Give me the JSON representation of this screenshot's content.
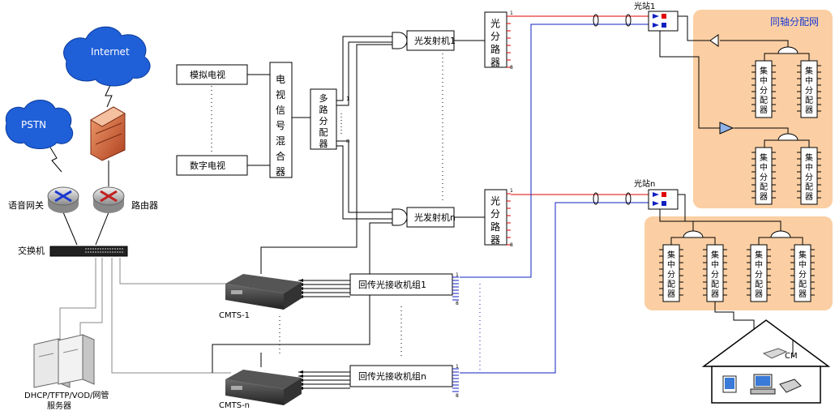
{
  "clouds": {
    "internet": "Internet",
    "pstn": "PSTN"
  },
  "devices": {
    "voice_gateway": "语音网关",
    "router": "路由器",
    "switch": "交换机",
    "servers_line1": "DHCP/TFTP/VOD/网管",
    "servers_line2": "服务器"
  },
  "tv": {
    "analog": "模拟电视",
    "digital": "数字电视"
  },
  "mixer_chars": [
    "电",
    "视",
    "信",
    "号",
    "混",
    "合",
    "器"
  ],
  "splitter_chars": [
    "多",
    "路",
    "分",
    "配",
    "器"
  ],
  "splitter_ports": {
    "first": "1",
    "last": "n"
  },
  "transmitters": {
    "t1": "光发射机1",
    "tn": "光发射机n"
  },
  "optical_splitter_chars": [
    "光",
    "分",
    "路",
    "器"
  ],
  "port_labels": {
    "first": "1",
    "last": "8"
  },
  "stations": {
    "s1": "光站1",
    "sn": "光站n"
  },
  "coax": {
    "title": "同轴分配网",
    "concentrator_chars": [
      "集",
      "中",
      "分",
      "配",
      "器"
    ]
  },
  "receivers": {
    "r1": "回传光接收机组1",
    "rn": "回传光接收机组n"
  },
  "cmts": {
    "c1": "CMTS-1",
    "cn": "CMTS-n"
  },
  "home": {
    "cm": "CM"
  },
  "colors": {
    "forward": "#e00000",
    "return": "#1020c0",
    "coax_bg": "#fbcfa3",
    "coax_title": "#1a3ad0",
    "cloud": "#1f5fd8"
  }
}
